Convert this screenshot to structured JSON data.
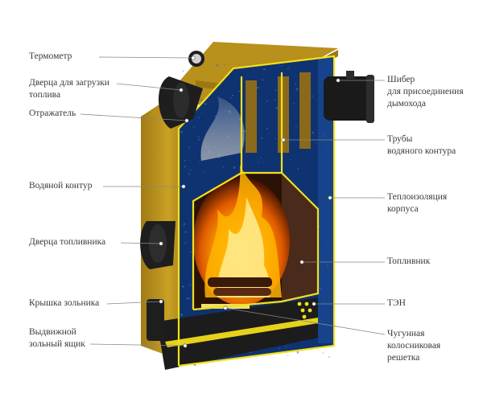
{
  "labels_left": [
    {
      "id": "thermometer",
      "lines": [
        "Термометр"
      ]
    },
    {
      "id": "loading-door",
      "lines": [
        "Дверца для загрузки",
        "топлива"
      ]
    },
    {
      "id": "reflector",
      "lines": [
        "Отражатель"
      ]
    },
    {
      "id": "water-circuit",
      "lines": [
        "Водяной контур"
      ]
    },
    {
      "id": "firebox-door",
      "lines": [
        "Дверца топливника"
      ]
    },
    {
      "id": "ash-lid",
      "lines": [
        "Крышка зольника"
      ]
    },
    {
      "id": "ash-drawer",
      "lines": [
        "Выдвижной",
        "зольный ящик"
      ]
    }
  ],
  "labels_right": [
    {
      "id": "damper",
      "lines": [
        "Шибер",
        "для присоединения",
        "дымохода"
      ]
    },
    {
      "id": "water-pipes",
      "lines": [
        "Трубы",
        "водяного контура"
      ]
    },
    {
      "id": "insulation",
      "lines": [
        "Теплоизоляция",
        "корпуса"
      ]
    },
    {
      "id": "firebox",
      "lines": [
        "Топливник"
      ]
    },
    {
      "id": "heating-element",
      "lines": [
        "ТЭН"
      ]
    },
    {
      "id": "grate",
      "lines": [
        "Чугунная",
        "колосниковая",
        "решетка"
      ]
    }
  ],
  "colors": {
    "casing": "#c59a1f",
    "casing_dark": "#8e6c10",
    "water_blue": "#123a7a",
    "outline_yellow": "#f2e11a",
    "door_black": "#1e1e1e"
  }
}
